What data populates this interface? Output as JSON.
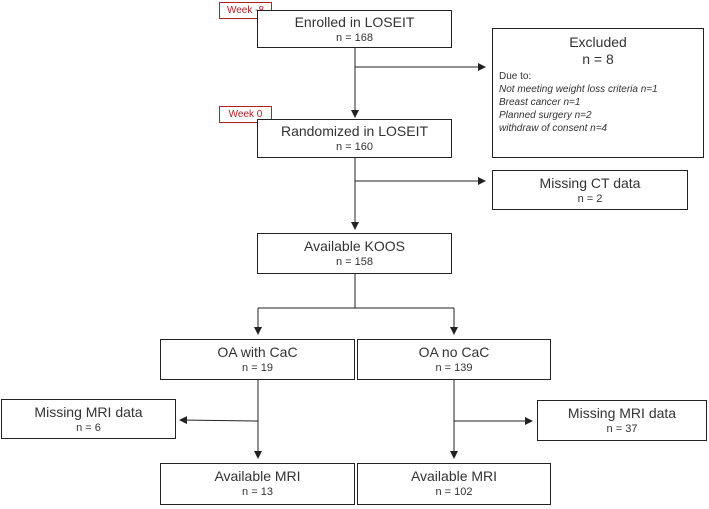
{
  "tags": {
    "week_minus8": "Week -8",
    "week0": "Week 0"
  },
  "enrolled": {
    "title": "Enrolled in LOSEIT",
    "n": "n = 168"
  },
  "excluded": {
    "title": "Excluded",
    "n": "n = 8",
    "due": "Due to:",
    "reasons": [
      "Not meeting weight loss criteria n=1",
      "Breast cancer n=1",
      "Planned surgery n=2",
      "withdraw of consent n=4"
    ]
  },
  "randomized": {
    "title": "Randomized in LOSEIT",
    "n": "n = 160"
  },
  "missing_ct": {
    "title": "Missing CT data",
    "n": "n = 2"
  },
  "koos": {
    "title": "Available KOOS",
    "n": "n = 158"
  },
  "oa_cac": {
    "title": "OA with CaC",
    "n": "n = 19"
  },
  "oa_nocac": {
    "title": "OA no CaC",
    "n": "n = 139"
  },
  "missing_mri_left": {
    "title": "Missing MRI data",
    "n": "n = 6"
  },
  "missing_mri_right": {
    "title": "Missing MRI data",
    "n": "n = 37"
  },
  "mri_left": {
    "title": "Available MRI",
    "n": "n = 13"
  },
  "mri_right": {
    "title": "Available MRI",
    "n": "n = 102"
  },
  "colors": {
    "line": "#222222",
    "tag": "#b22222",
    "text": "#333333"
  }
}
